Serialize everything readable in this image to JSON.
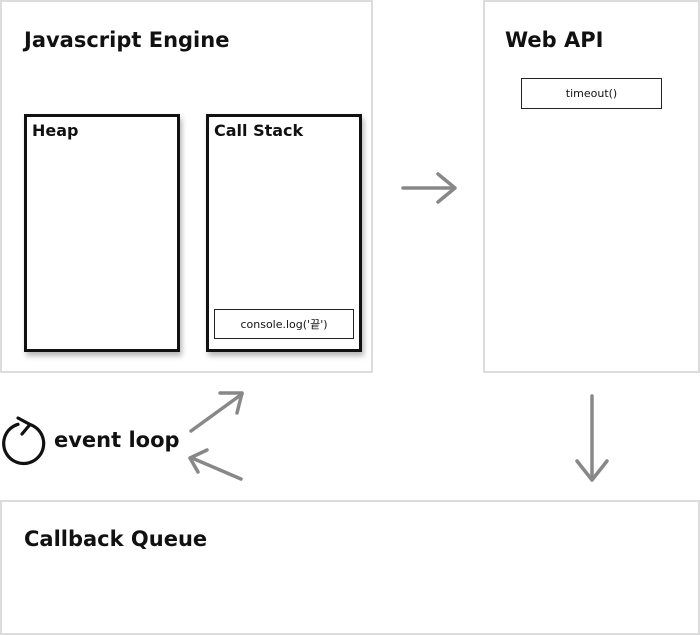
{
  "engine": {
    "title": "Javascript Engine",
    "heap": {
      "title": "Heap"
    },
    "call_stack": {
      "title": "Call Stack",
      "items": [
        "console.log('끝')"
      ]
    }
  },
  "web_api": {
    "title": "Web API",
    "items": [
      "timeout()"
    ]
  },
  "event_loop": {
    "label": "event loop",
    "icon": "refresh-icon"
  },
  "callback_queue": {
    "title": "Callback Queue"
  },
  "colors": {
    "arrow": "#888888",
    "panel_border": "#dcdcdc",
    "box_border": "#111111"
  }
}
